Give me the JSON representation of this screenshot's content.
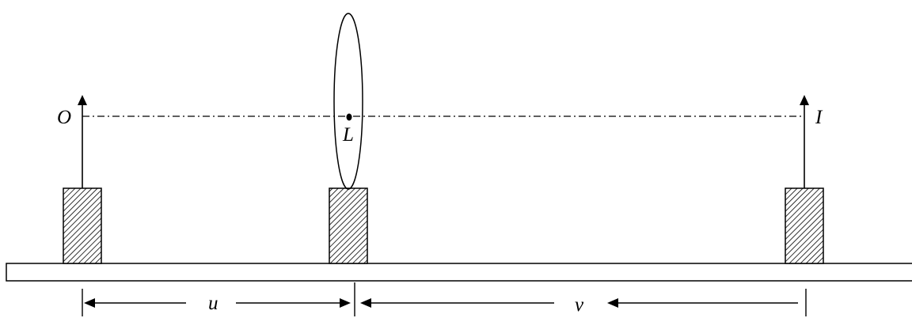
{
  "labels": {
    "object": "O",
    "lens": "L",
    "image": "I",
    "object_distance": "u",
    "image_distance": "v"
  },
  "colors": {
    "stroke": "#000000",
    "background": "#ffffff"
  }
}
